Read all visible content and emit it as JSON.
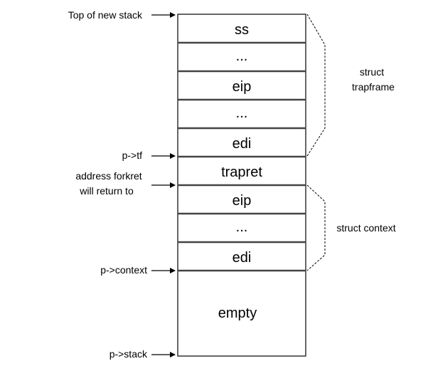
{
  "stack": {
    "cells": [
      "ss",
      "...",
      "eip",
      "...",
      "edi",
      "trapret",
      "eip",
      "...",
      "edi",
      "empty"
    ]
  },
  "pointers": {
    "top_of_new_stack": "Top of new stack",
    "p_tf": "p->tf",
    "address_forkret_line1": "address forkret",
    "address_forkret_line2": "will return to",
    "p_context": "p->context",
    "p_stack": "p->stack"
  },
  "braces": {
    "trapframe_line1": "struct",
    "trapframe_line2": "trapframe",
    "context": "struct context"
  },
  "colors": {
    "stroke": "#000000",
    "divider": "#444444",
    "text": "#000000"
  }
}
